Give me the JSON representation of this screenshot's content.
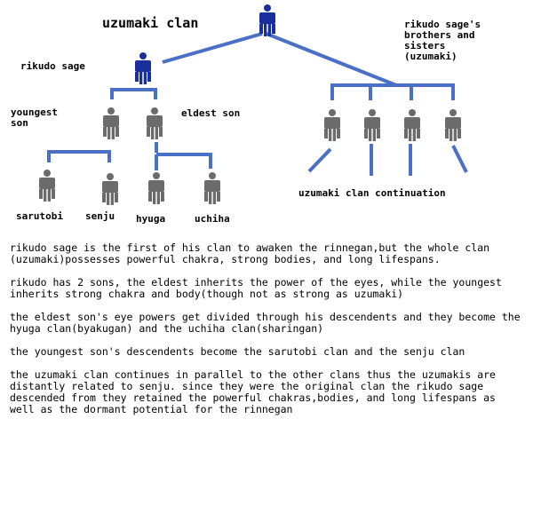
{
  "title": "uzumaki clan",
  "labels": {
    "rikudo_sage": "rikudo sage",
    "siblings": "rikudo sage's\nbrothers and\nsisters\n(uzumaki)",
    "youngest_son": "youngest\nson",
    "eldest_son": "eldest son",
    "sarutobi": "sarutobi",
    "senju": "senju",
    "hyuga": "hyuga",
    "uchiha": "uchiha",
    "continuation": "uzumaki clan continuation"
  },
  "paragraphs": [
    "rikudo sage is the first of his clan to awaken the rinnegan,but the whole clan (uzumaki)possesses powerful chakra, strong bodies, and long lifespans.",
    "rikudo has 2 sons, the eldest inherits the power of the eyes, while the youngest inherits strong chakra and body(though not as strong as uzumaki)",
    "the eldest son's eye powers get divided through his descendents and they become the hyuga clan(byakugan) and the uchiha clan(sharingan)",
    "the youngest son's descendents become the sarutobi clan and the senju clan",
    "the uzumaki clan continues in parallel to the other clans thus the uzumakis are distantly related to senju. since they were the original clan the rikudo sage descended from they retained the powerful chakras,bodies, and long lifespans as well as the dormant potential for the rinnegan"
  ],
  "colors": {
    "connector": "#4a6fc7",
    "ancestor_figure": "#1a2f9e",
    "member_figure": "#6b6b6b"
  }
}
